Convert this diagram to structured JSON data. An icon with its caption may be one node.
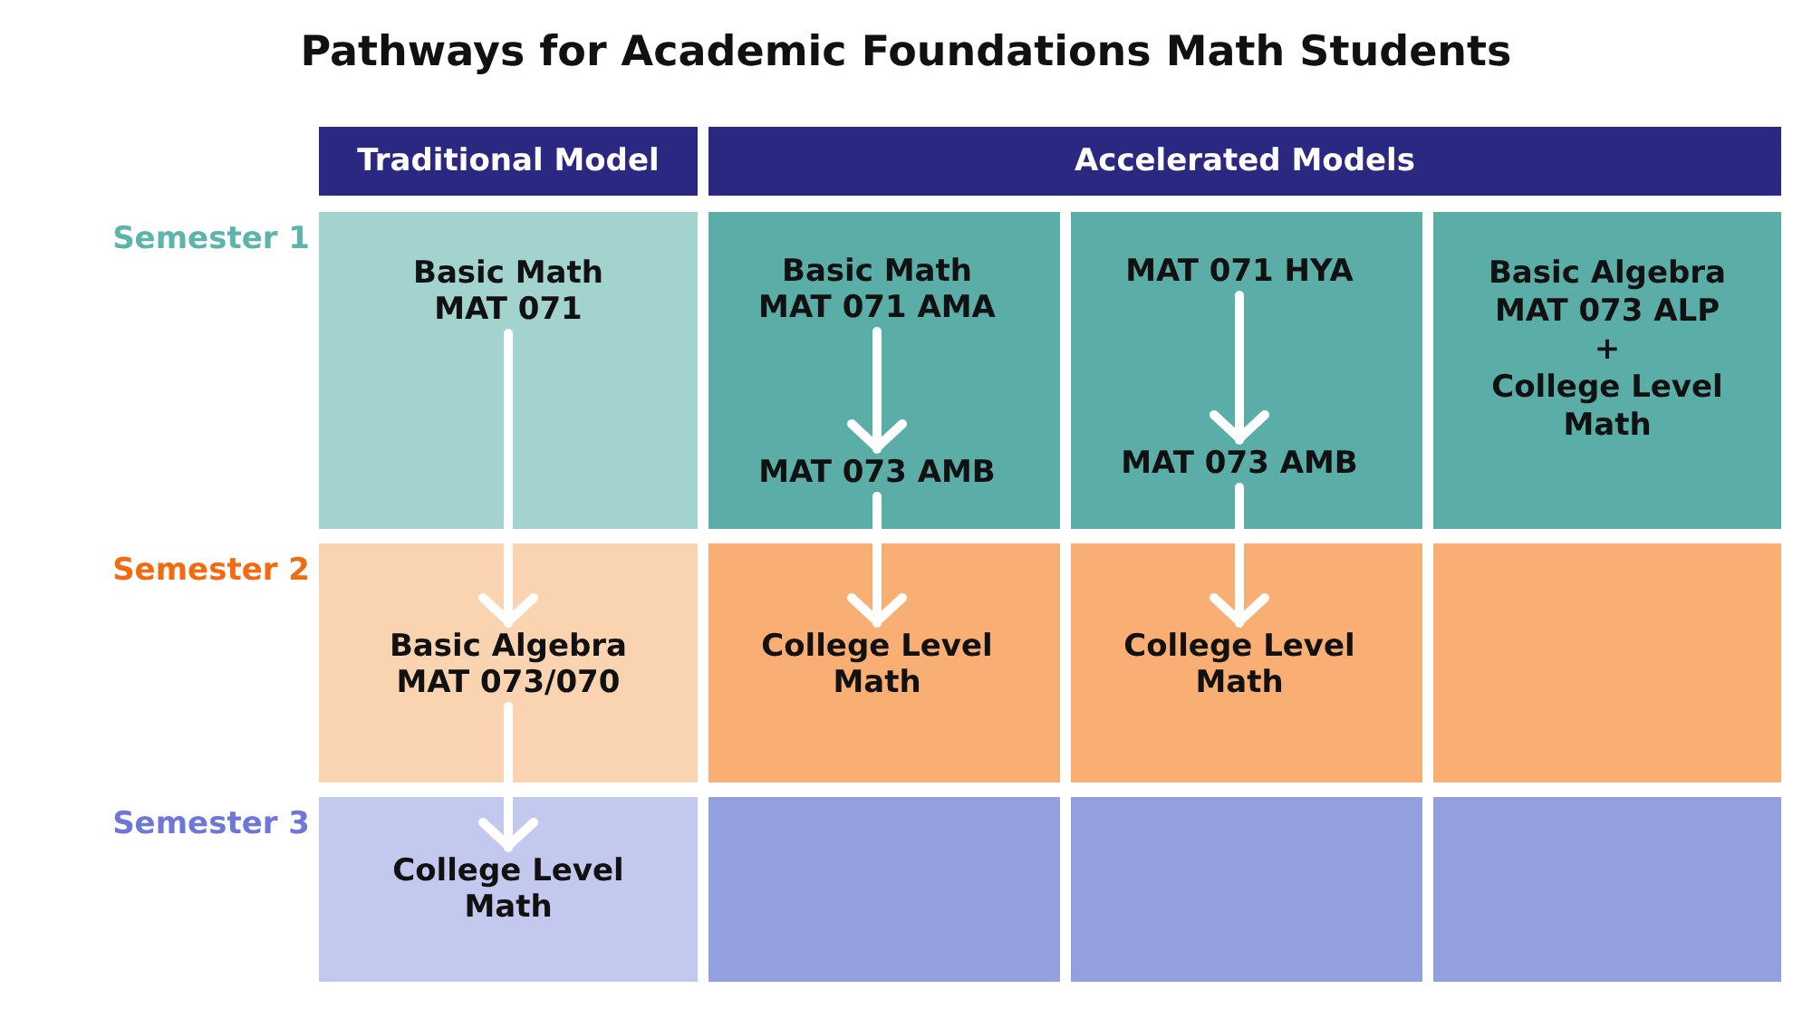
{
  "diagram": {
    "title": "Pathways for Academic Foundations Math Students",
    "nodes": [
      {
        "text": [
          "Traditional Model"
        ]
      },
      {
        "text": [
          "Accelerated Models"
        ]
      },
      {
        "text": [],
        "shape": "box"
      },
      {
        "text": [
          "Basic Math MAT 071"
        ],
        "in": 2
      },
      {
        "text": [],
        "shape": "box"
      },
      {
        "text": [
          "Basic Math MAT 071 AMA"
        ],
        "in": 4
      },
      {
        "text": [
          "MAT 073 AMB"
        ],
        "in": 4
      },
      {
        "text": [],
        "shape": "box"
      },
      {
        "text": [
          "MAT 071 HYA"
        ],
        "in": 7
      },
      {
        "text": [
          "MAT 073 AMB"
        ],
        "in": 7
      },
      {
        "text": [
          "Basic Algebra MAT 073 ALP",
          "+",
          "College Level Math"
        ]
      },
      {
        "text": [],
        "shape": "box"
      },
      {
        "text": [
          "Basic Algebra MAT 073/070"
        ],
        "in": 11
      },
      {
        "text": [],
        "shape": "box"
      },
      {
        "text": [
          "College Level Math"
        ],
        "in": 13
      },
      {
        "text": [],
        "shape": "box"
      },
      {
        "text": [
          "College Level Math"
        ],
        "in": 15
      },
      {
        "text": [],
        "shape": "box"
      },
      {
        "text": [],
        "shape": "box"
      },
      {
        "text": [
          "College Level Math"
        ],
        "in": 18
      },
      {
        "text": [],
        "shape": "box"
      },
      {
        "text": [],
        "shape": "box"
      },
      {
        "text": [],
        "shape": "box"
      }
    ],
    "edges": [
      {
        "from": 3,
        "to": 12,
        "arrow": "to"
      },
      {
        "from": 12,
        "to": 19,
        "arrow": "to"
      },
      {
        "from": 5,
        "to": 6,
        "arrow": "to"
      },
      {
        "from": 6,
        "to": 14,
        "arrow": "to"
      },
      {
        "from": 8,
        "to": 9,
        "arrow": "to"
      },
      {
        "from": 9,
        "to": 16,
        "arrow": "to"
      }
    ],
    "labels": [
      "Semester 1",
      "Semester 2",
      "Semester 3"
    ]
  }
}
